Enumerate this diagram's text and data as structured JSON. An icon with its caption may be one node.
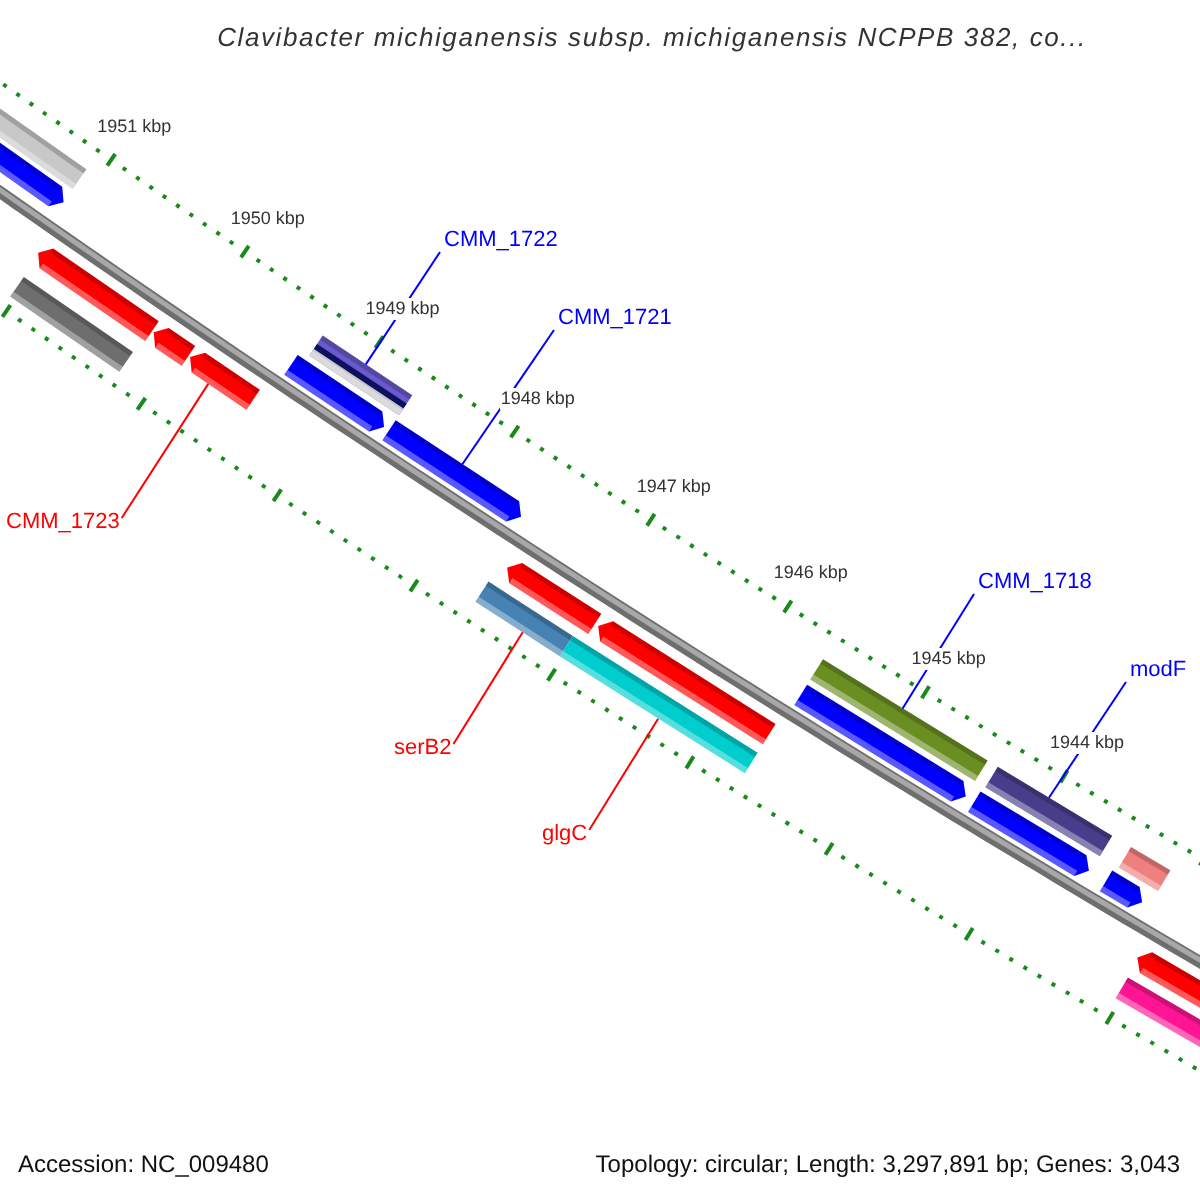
{
  "diagram": {
    "title": "Clavibacter michiganensis subsp. michiganensis NCPPB 382, co...",
    "nodes": [
      {
        "text": [
          "CMM_1722"
        ]
      },
      {
        "text": [],
        "shape": "bar"
      },
      {
        "text": [
          "CMM_1721"
        ]
      },
      {
        "text": [],
        "shape": "bar"
      },
      {
        "text": [
          "CMM_1723"
        ]
      },
      {
        "text": [],
        "shape": "bar"
      },
      {
        "text": [
          "serB2"
        ]
      },
      {
        "text": [],
        "shape": "bar"
      },
      {
        "text": [
          "glgC"
        ]
      },
      {
        "text": [],
        "shape": "bar"
      },
      {
        "text": [
          "CMM_1718"
        ]
      },
      {
        "text": [],
        "shape": "bar"
      },
      {
        "text": [
          "modF"
        ]
      },
      {
        "text": [],
        "shape": "bar"
      }
    ],
    "edges": [
      {
        "from": 0,
        "to": 1,
        "arrow": "none"
      },
      {
        "from": 2,
        "to": 3,
        "arrow": "none"
      },
      {
        "from": 4,
        "to": 5,
        "arrow": "none",
        "color": "#ff0000"
      },
      {
        "from": 6,
        "to": 7,
        "arrow": "none",
        "color": "#ff0000"
      },
      {
        "from": 8,
        "to": 9,
        "arrow": "none",
        "color": "#ff0000"
      },
      {
        "from": 10,
        "to": 11,
        "arrow": "none"
      },
      {
        "from": 12,
        "to": 13,
        "arrow": "none"
      }
    ],
    "labels": [
      "1951 kbp",
      "1950 kbp",
      "1949 kbp",
      "1948 kbp",
      "1947 kbp",
      "1946 kbp",
      "1945 kbp",
      "1944 kbp",
      "Accession: NC_009480",
      "Topology: circular; Length: 3,297,891 bp; Genes: 3,043"
    ]
  }
}
